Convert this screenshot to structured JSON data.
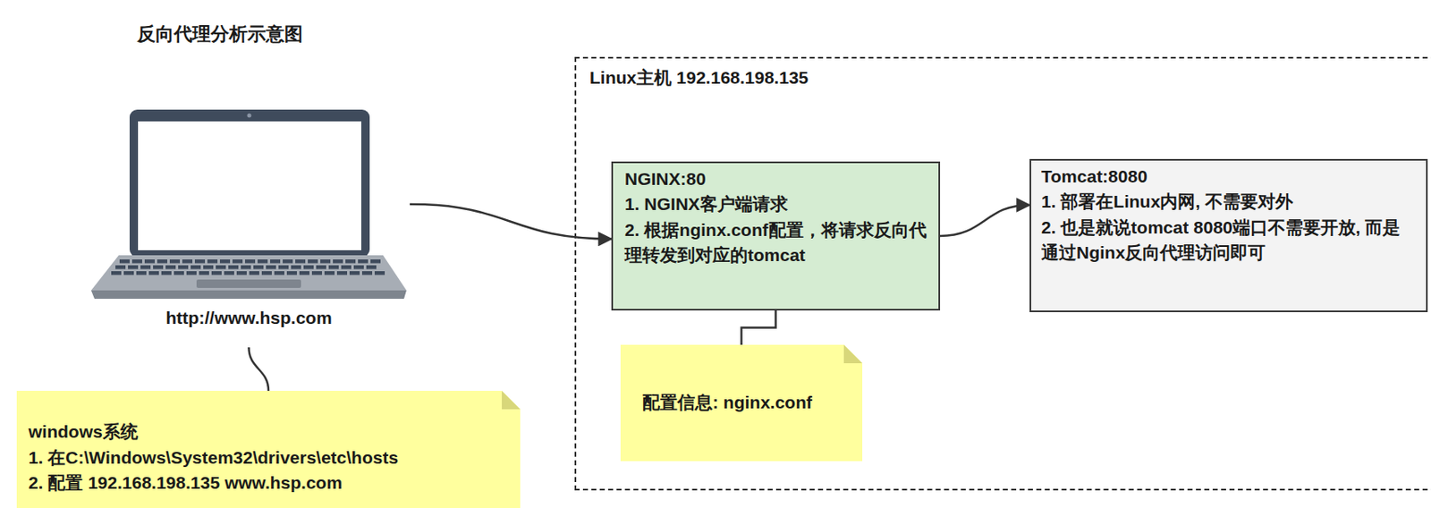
{
  "diagram": {
    "title": "反向代理分析示意图",
    "nodes": [
      {
        "text": [
          "http://www.hsp.com"
        ]
      },
      {
        "text": [
          "Linux主机 192.168.198.135"
        ]
      },
      {
        "text": [
          "NGINX:80",
          "1. NGINX客户端请求",
          "2. 根据nginx.conf配置，将请求反向代理转发到对应的tomcat"
        ],
        "in": 1
      },
      {
        "text": [
          "Tomcat:8080",
          "1. 部署在Linux内网, 不需要对外",
          "2. 也是就说tomcat 8080端口不需要开放, 而是通过Nginx反向代理访问即可"
        ],
        "in": 1
      },
      {
        "text": [
          "配置信息: nginx.conf"
        ],
        "in": 1
      },
      {
        "text": [
          "windows系统",
          "1. 在C:\\Windows\\System32\\drivers\\etc\\hosts",
          "2. 配置 192.168.198.135 www.hsp.com"
        ]
      }
    ],
    "edges": [
      {
        "from": 0,
        "to": 2,
        "arrow": "to"
      },
      {
        "from": 2,
        "to": 3,
        "arrow": "to"
      },
      {
        "from": 2,
        "to": 4,
        "arrow": "none"
      },
      {
        "from": 0,
        "to": 5,
        "arrow": "none"
      }
    ]
  }
}
